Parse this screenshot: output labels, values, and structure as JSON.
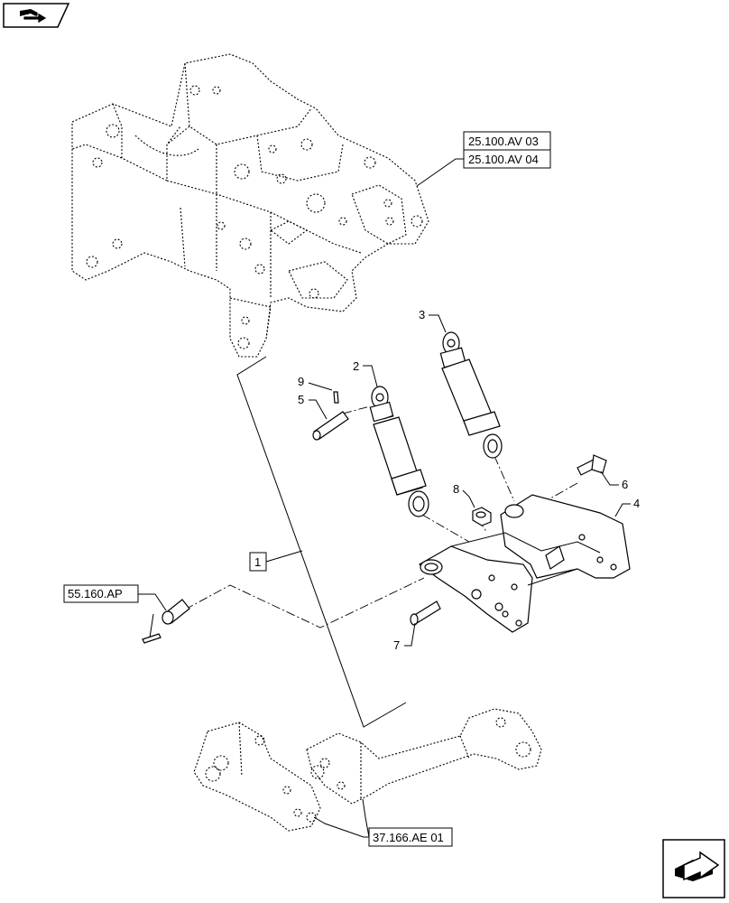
{
  "references": {
    "av03": "25.100.AV 03",
    "av04": "25.100.AV 04",
    "ap": "55.160.AP",
    "ae": "37.166.AE 01",
    "group": "1"
  },
  "callouts": [
    "1",
    "2",
    "3",
    "4",
    "5",
    "6",
    "7",
    "8",
    "9"
  ],
  "icons": {
    "top_left": "open-book-arrow-icon",
    "bottom_right": "next-page-arrow-icon"
  }
}
